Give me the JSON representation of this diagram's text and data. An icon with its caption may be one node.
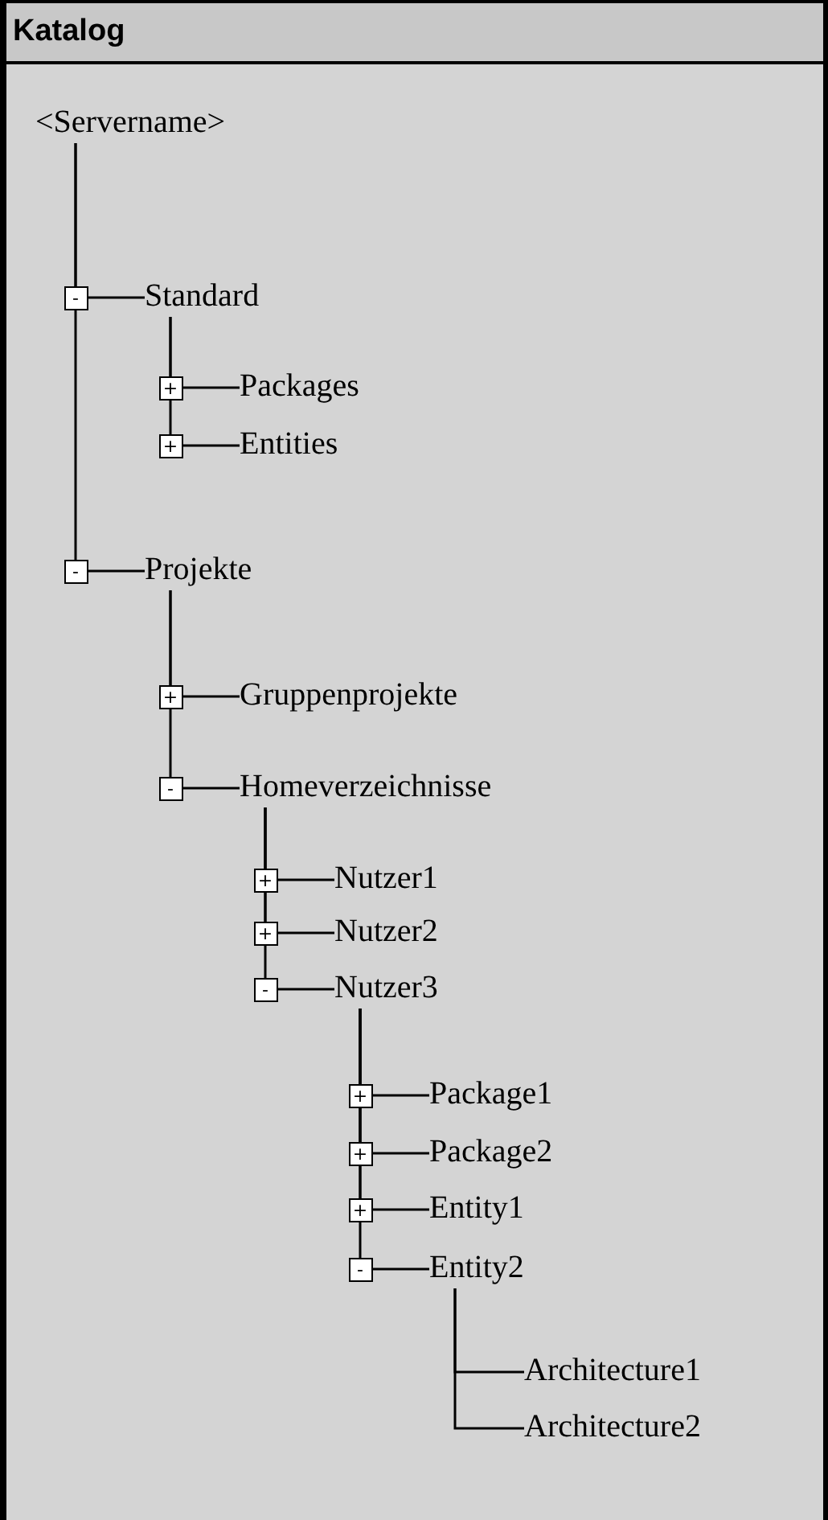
{
  "diagram": {
    "title": "Katalog",
    "nodes": [
      {
        "text": [
          "<Servername>"
        ]
      },
      {
        "text": [
          "Standard"
        ],
        "beside": [
          "-"
        ]
      },
      {
        "text": [
          "Packages"
        ],
        "beside": [
          "+"
        ]
      },
      {
        "text": [
          "Entities"
        ],
        "beside": [
          "+"
        ]
      },
      {
        "text": [
          "Projekte"
        ],
        "beside": [
          "-"
        ]
      },
      {
        "text": [
          "Gruppenprojekte"
        ],
        "beside": [
          "+"
        ]
      },
      {
        "text": [
          "Homeverzeichnisse"
        ],
        "beside": [
          "-"
        ]
      },
      {
        "text": [
          "Nutzer1"
        ],
        "beside": [
          "+"
        ]
      },
      {
        "text": [
          "Nutzer2"
        ],
        "beside": [
          "+"
        ]
      },
      {
        "text": [
          "Nutzer3"
        ],
        "beside": [
          "-"
        ]
      },
      {
        "text": [
          "Package1"
        ],
        "beside": [
          "+"
        ]
      },
      {
        "text": [
          "Package2"
        ],
        "beside": [
          "+"
        ]
      },
      {
        "text": [
          "Entity1"
        ],
        "beside": [
          "+"
        ]
      },
      {
        "text": [
          "Entity2"
        ],
        "beside": [
          "-"
        ]
      },
      {
        "text": [
          "Architecture1"
        ]
      },
      {
        "text": [
          "Architecture2"
        ]
      }
    ],
    "edges": [
      {
        "from": 0,
        "to": 1,
        "arrow": "none"
      },
      {
        "from": 0,
        "to": 4,
        "arrow": "none"
      },
      {
        "from": 1,
        "to": 2,
        "arrow": "none"
      },
      {
        "from": 1,
        "to": 3,
        "arrow": "none"
      },
      {
        "from": 4,
        "to": 5,
        "arrow": "none"
      },
      {
        "from": 4,
        "to": 6,
        "arrow": "none"
      },
      {
        "from": 6,
        "to": 7,
        "arrow": "none"
      },
      {
        "from": 6,
        "to": 8,
        "arrow": "none"
      },
      {
        "from": 6,
        "to": 9,
        "arrow": "none"
      },
      {
        "from": 9,
        "to": 10,
        "arrow": "none"
      },
      {
        "from": 9,
        "to": 11,
        "arrow": "none"
      },
      {
        "from": 9,
        "to": 12,
        "arrow": "none"
      },
      {
        "from": 9,
        "to": 13,
        "arrow": "none"
      },
      {
        "from": 13,
        "to": 14,
        "arrow": "none"
      },
      {
        "from": 13,
        "to": 15,
        "arrow": "none"
      }
    ]
  }
}
